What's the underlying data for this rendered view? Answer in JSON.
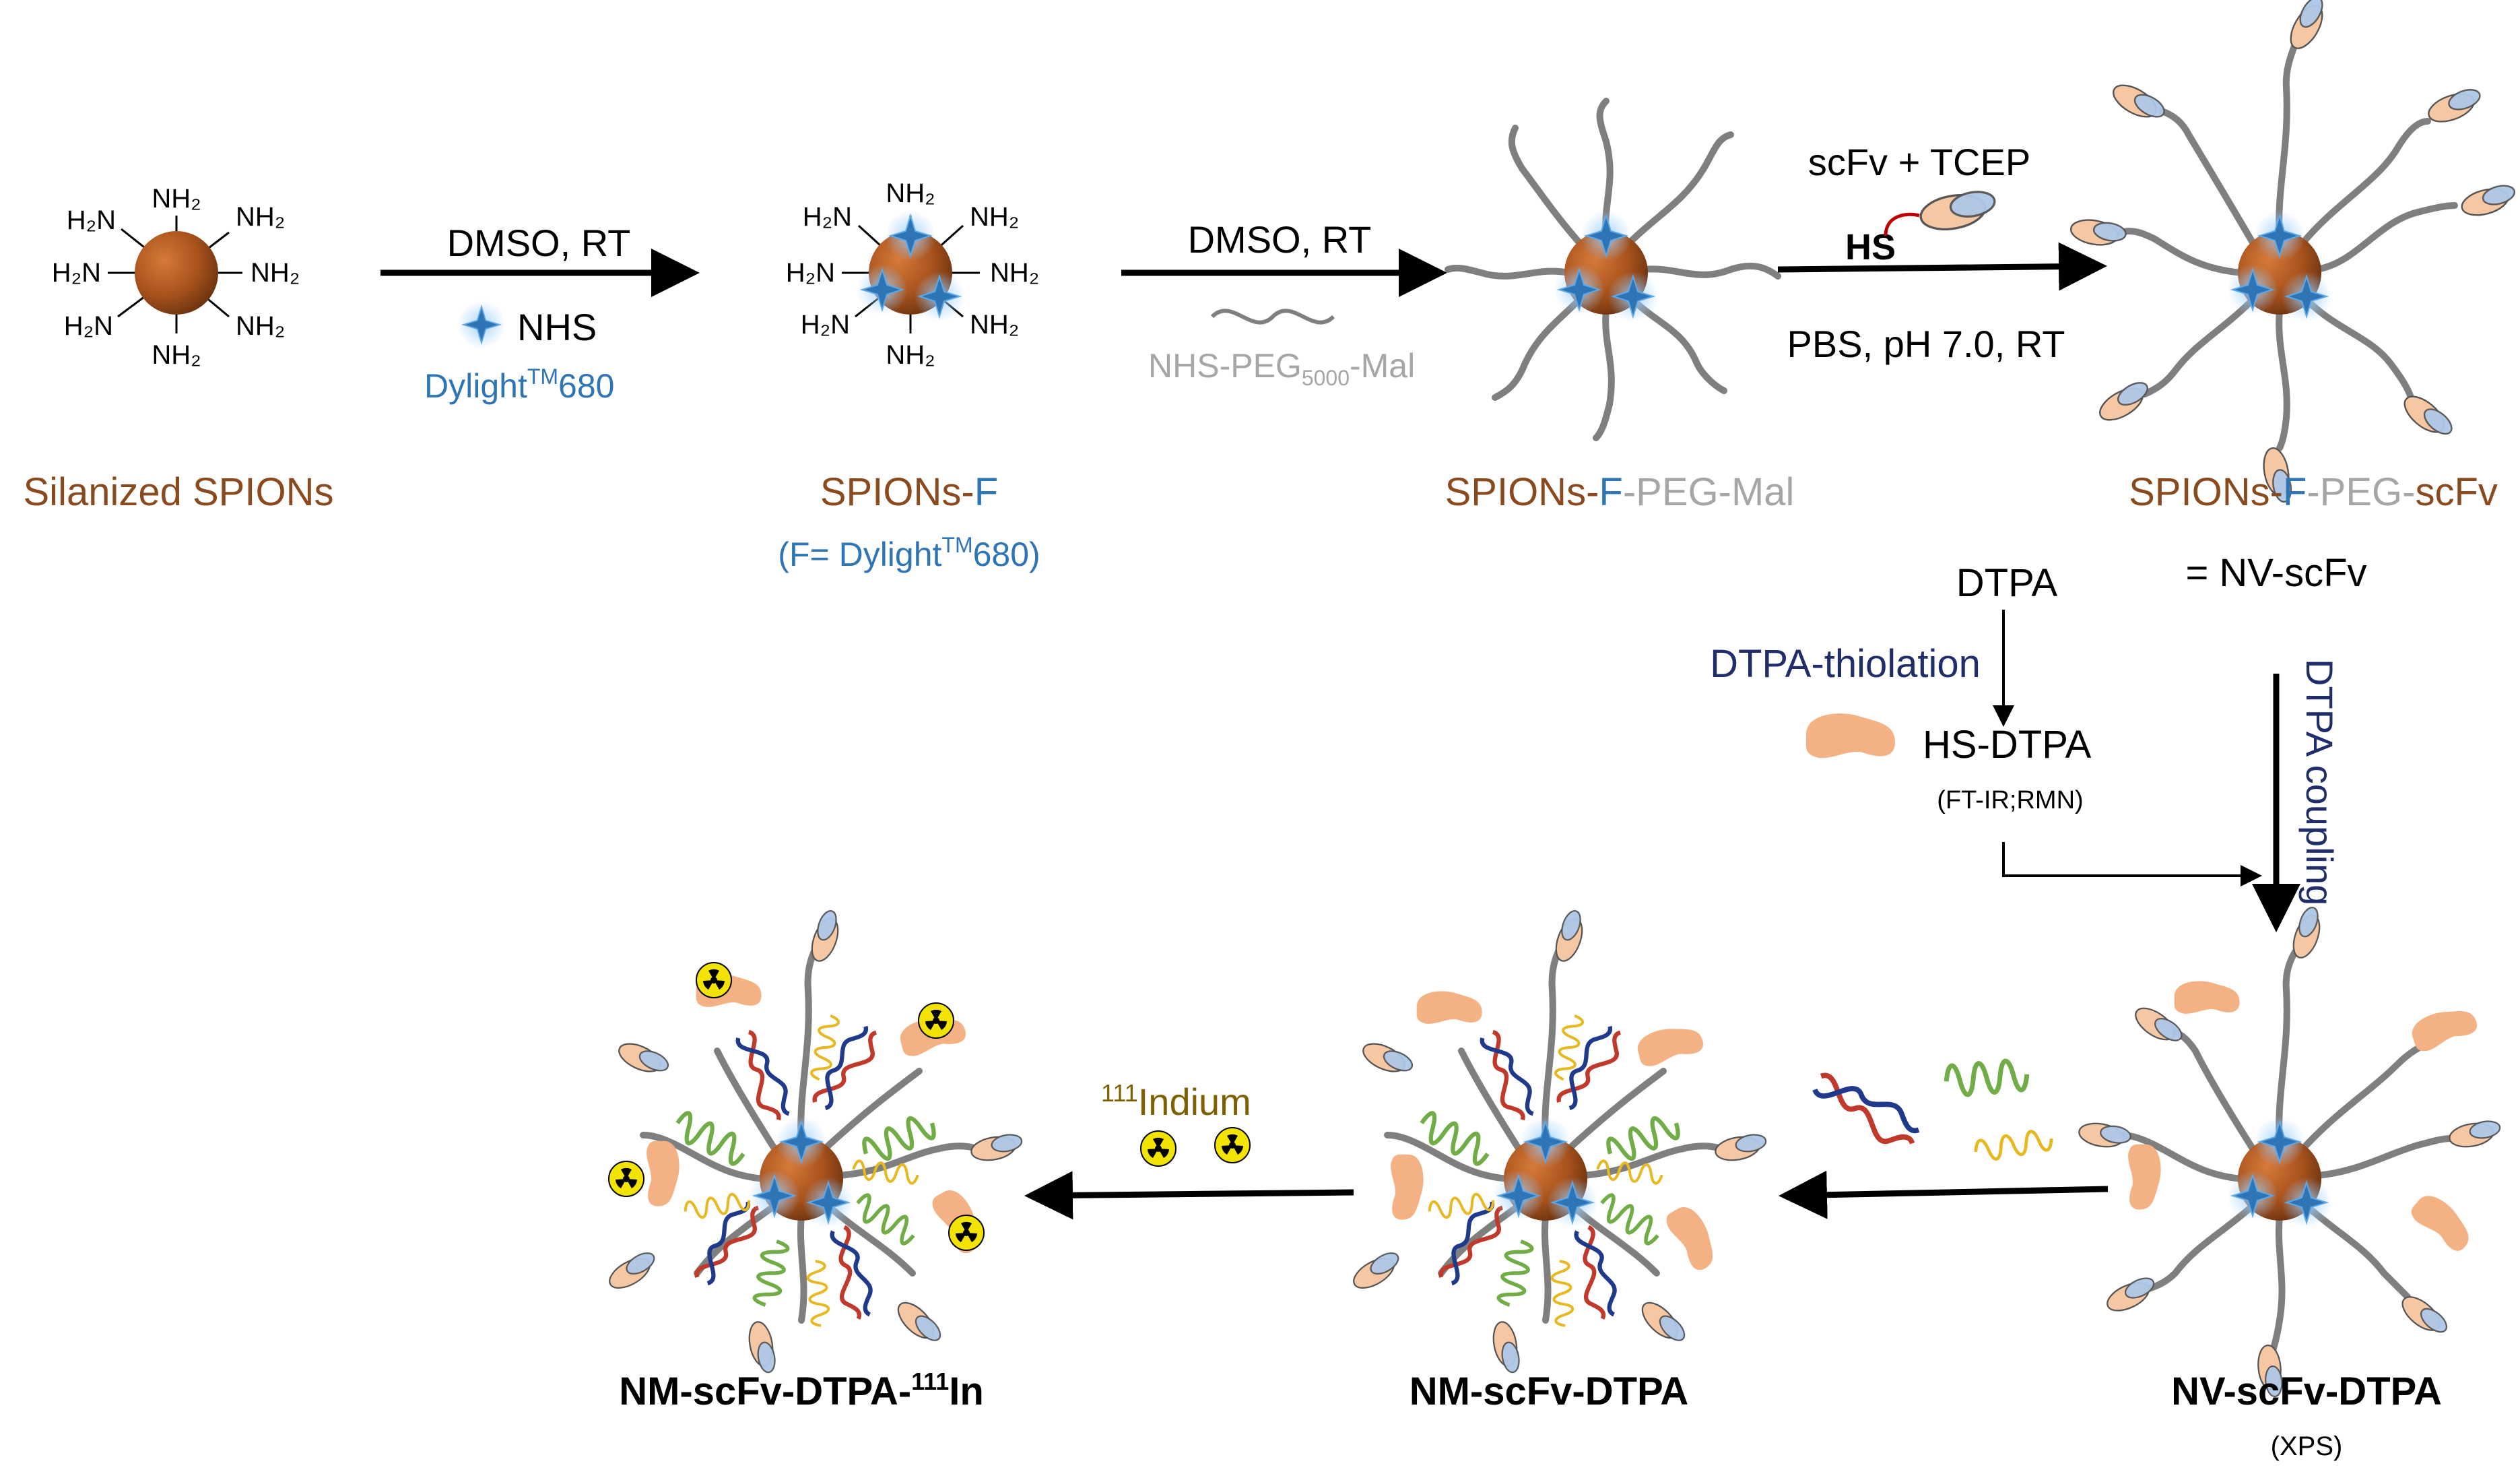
{
  "nh2": "NH₂",
  "h2n": "H₂N",
  "labels": {
    "silanized": "Silanized SPIONs",
    "spions_f_a": "SPIONs-",
    "spions_f_b": "F",
    "spions_f_note_a": "(F= Dylight",
    "spions_f_note_tm": "TM",
    "spions_f_note_b": "680)",
    "peg_mal_a": "SPIONs-",
    "peg_mal_b": "F",
    "peg_mal_c": "-PEG-Mal",
    "peg_scfv_a": "SPIONs-",
    "peg_scfv_b": "F",
    "peg_scfv_c": "-PEG-",
    "peg_scfv_d": "scFv",
    "nv_scfv": "= NV-scFv",
    "nv_dtpa": "NV-scFv-DTPA",
    "nv_dtpa_note": "(XPS)",
    "nm_dtpa": "NM-scFv-DTPA",
    "nm_in_a": "NM-scFv-DTPA-",
    "nm_in_sup": "111",
    "nm_in_b": "In"
  },
  "step1": {
    "top": "DMSO, RT",
    "nhs": "NHS",
    "dye_a": "Dylight",
    "dye_tm": "TM",
    "dye_b": "680"
  },
  "step2": {
    "top": "DMSO, RT",
    "reagent_a": "NHS-PEG",
    "reagent_sub": "5000",
    "reagent_b": "-Mal"
  },
  "step3": {
    "top": "scFv + TCEP",
    "hs": "HS",
    "bottom": "PBS, pH 7.0, RT"
  },
  "dtpa": {
    "start": "DTPA",
    "thiolation": "DTPA-thiolation",
    "product": "HS-DTPA",
    "product_note": "(FT-IR;RMN)",
    "coupling": "DTPA coupling"
  },
  "indium": {
    "sup": "111",
    "label": "Indium"
  },
  "colors": {
    "core": "#a8521c",
    "core_dark": "#7a3a10",
    "peg": "#7f7f7f",
    "dye_blue": "#2e75b6",
    "brown_text": "#8b4a1e",
    "navy_text": "#1f2d6b",
    "scfv_peach": "#f5c7a3",
    "scfv_blue": "#aec8e8",
    "dtpa_peach": "#f4b183",
    "helix_green": "#70ad47",
    "helix_yellow": "#e8b820",
    "dna_red": "#c0392b",
    "dna_navy": "#1f3a8a"
  }
}
